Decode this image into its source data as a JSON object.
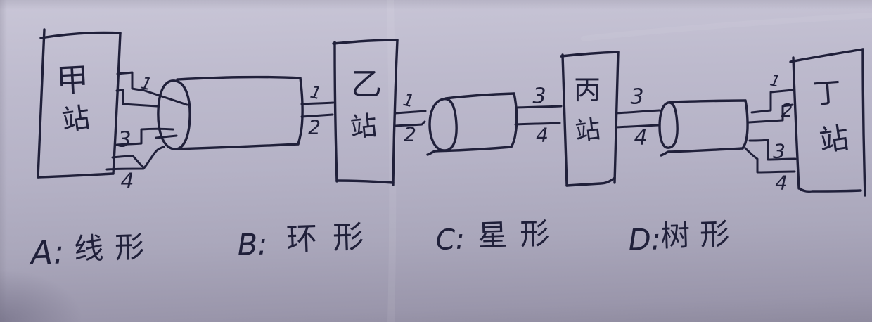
{
  "colors": {
    "paper": "#b9b6ca",
    "ink": "#20203a"
  },
  "stations": [
    {
      "top": "甲",
      "bottom": "站"
    },
    {
      "top": "乙",
      "bottom": "站"
    },
    {
      "top": "丙",
      "bottom": "站"
    },
    {
      "top": "丁",
      "bottom": "站"
    }
  ],
  "wire_labels": {
    "jia_to_cable1": [
      "1",
      "3",
      "4"
    ],
    "cable1_to_yi": [
      "1",
      "2"
    ],
    "yi_to_cable2": [
      "1",
      "2"
    ],
    "cable2_to_bing": [
      "3",
      "4"
    ],
    "bing_to_cable3": [
      "3",
      "4"
    ],
    "cable3_to_ding": [
      "1",
      "2",
      "3",
      "4"
    ]
  },
  "options": [
    {
      "key": "A:",
      "label": "线形"
    },
    {
      "key": "B:",
      "label": "环形"
    },
    {
      "key": "C:",
      "label": "星形"
    },
    {
      "key": "D:",
      "label": "树形"
    }
  ]
}
